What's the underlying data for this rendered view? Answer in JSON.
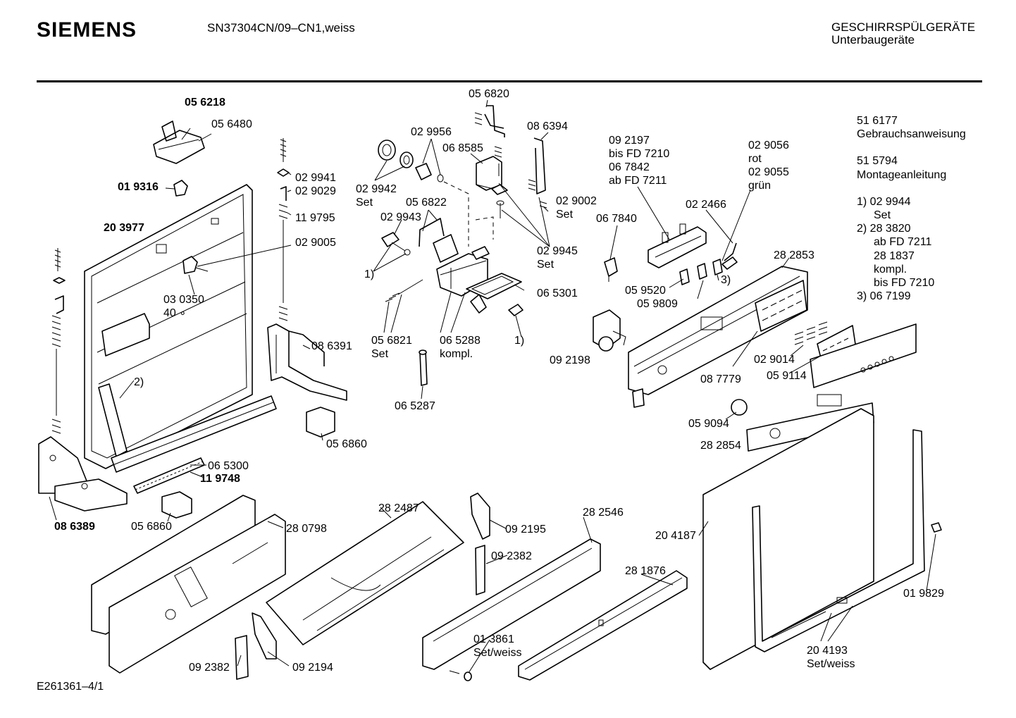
{
  "header": {
    "brand": "SIEMENS",
    "model": "SN37304CN/09–CN1,weiss",
    "category_line1": "GESCHIRRSPÜLGERÄTE",
    "category_line2": "Unterbaugeräte"
  },
  "footer": {
    "drawing_id": "E261361–4/1"
  },
  "notes": [
    {
      "text": "51 6177",
      "cls": ""
    },
    {
      "text": "Gebrauchsanweisung",
      "cls": ""
    },
    {
      "text": "",
      "cls": "gap"
    },
    {
      "text": "51 5794",
      "cls": ""
    },
    {
      "text": "Montageanleitung",
      "cls": ""
    },
    {
      "text": "",
      "cls": "gap"
    },
    {
      "text": "1)  02 9944",
      "cls": ""
    },
    {
      "text": "Set",
      "cls": "ind"
    },
    {
      "text": "2)  28 3820",
      "cls": ""
    },
    {
      "text": "ab FD 7211",
      "cls": "ind"
    },
    {
      "text": "28 1837",
      "cls": "ind"
    },
    {
      "text": "kompl.",
      "cls": "ind"
    },
    {
      "text": "bis FD 7210",
      "cls": "ind"
    },
    {
      "text": "3)  06 7199",
      "cls": ""
    }
  ],
  "labels": [
    {
      "id": "056218",
      "lines": [
        "05 6218"
      ],
      "bold": true
    },
    {
      "id": "056480",
      "lines": [
        "05 6480"
      ]
    },
    {
      "id": "019316",
      "lines": [
        "01 9316"
      ],
      "bold": true
    },
    {
      "id": "203977",
      "lines": [
        "20 3977"
      ],
      "bold": true
    },
    {
      "id": "029941",
      "lines": [
        "02 9941"
      ]
    },
    {
      "id": "029029",
      "lines": [
        "02 9029"
      ]
    },
    {
      "id": "119795",
      "lines": [
        "11 9795"
      ]
    },
    {
      "id": "029005",
      "lines": [
        "02 9005"
      ]
    },
    {
      "id": "030350",
      "lines": [
        "03 0350",
        "40 ∘"
      ]
    },
    {
      "id": "fn2a",
      "lines": [
        "2)"
      ]
    },
    {
      "id": "086391",
      "lines": [
        "08 6391"
      ]
    },
    {
      "id": "056860a",
      "lines": [
        "05 6860"
      ]
    },
    {
      "id": "065300",
      "lines": [
        "06 5300"
      ]
    },
    {
      "id": "119748",
      "lines": [
        "11 9748"
      ],
      "bold": true
    },
    {
      "id": "086389",
      "lines": [
        "08 6389"
      ],
      "bold": true
    },
    {
      "id": "056860b",
      "lines": [
        "05 6860"
      ]
    },
    {
      "id": "280798",
      "lines": [
        "28 0798"
      ]
    },
    {
      "id": "056820",
      "lines": [
        "05 6820"
      ]
    },
    {
      "id": "029956",
      "lines": [
        "02 9956"
      ]
    },
    {
      "id": "068585",
      "lines": [
        "06 8585"
      ]
    },
    {
      "id": "086394",
      "lines": [
        "08 6394"
      ]
    },
    {
      "id": "029942",
      "lines": [
        "02 9942",
        "Set"
      ]
    },
    {
      "id": "056822",
      "lines": [
        "05 6822"
      ]
    },
    {
      "id": "029943",
      "lines": [
        "02 9943"
      ]
    },
    {
      "id": "029002",
      "lines": [
        "02 9002",
        "Set"
      ]
    },
    {
      "id": "029945",
      "lines": [
        "02 9945",
        "Set"
      ]
    },
    {
      "id": "fn1a",
      "lines": [
        "1)"
      ]
    },
    {
      "id": "065301",
      "lines": [
        "06 5301"
      ]
    },
    {
      "id": "056821",
      "lines": [
        "05 6821",
        "Set"
      ]
    },
    {
      "id": "065288",
      "lines": [
        "06 5288",
        "kompl."
      ]
    },
    {
      "id": "fn1b",
      "lines": [
        "1)"
      ]
    },
    {
      "id": "065287",
      "lines": [
        "06 5287"
      ]
    },
    {
      "id": "092197",
      "lines": [
        "09 2197",
        "bis FD 7210",
        "06 7842",
        "ab FD 7211"
      ]
    },
    {
      "id": "029056",
      "lines": [
        "02 9056",
        "rot",
        "02 9055",
        "grün"
      ]
    },
    {
      "id": "022466",
      "lines": [
        "02 2466"
      ]
    },
    {
      "id": "067840",
      "lines": [
        "06 7840"
      ]
    },
    {
      "id": "282853",
      "lines": [
        "28 2853"
      ]
    },
    {
      "id": "059520",
      "lines": [
        "05 9520"
      ]
    },
    {
      "id": "059809",
      "lines": [
        "05 9809"
      ]
    },
    {
      "id": "fn3",
      "lines": [
        "3)"
      ]
    },
    {
      "id": "092198",
      "lines": [
        "09 2198"
      ]
    },
    {
      "id": "029014",
      "lines": [
        "02 9014"
      ]
    },
    {
      "id": "059114",
      "lines": [
        "05 9114"
      ]
    },
    {
      "id": "087779",
      "lines": [
        "08 7779"
      ]
    },
    {
      "id": "059094",
      "lines": [
        "05 9094"
      ]
    },
    {
      "id": "282854",
      "lines": [
        "28 2854"
      ]
    },
    {
      "id": "282487",
      "lines": [
        "28 2487"
      ]
    },
    {
      "id": "092195",
      "lines": [
        "09 2195"
      ]
    },
    {
      "id": "092382a",
      "lines": [
        "09 2382"
      ]
    },
    {
      "id": "282546",
      "lines": [
        "28 2546"
      ]
    },
    {
      "id": "204187",
      "lines": [
        "20 4187"
      ]
    },
    {
      "id": "281876",
      "lines": [
        "28 1876"
      ]
    },
    {
      "id": "013861",
      "lines": [
        "01 3861",
        "Set/weiss"
      ]
    },
    {
      "id": "204193",
      "lines": [
        "20 4193",
        "Set/weiss"
      ]
    },
    {
      "id": "019829",
      "lines": [
        "01 9829"
      ]
    },
    {
      "id": "092382b",
      "lines": [
        "09 2382"
      ]
    },
    {
      "id": "092194",
      "lines": [
        "09 2194"
      ]
    }
  ]
}
